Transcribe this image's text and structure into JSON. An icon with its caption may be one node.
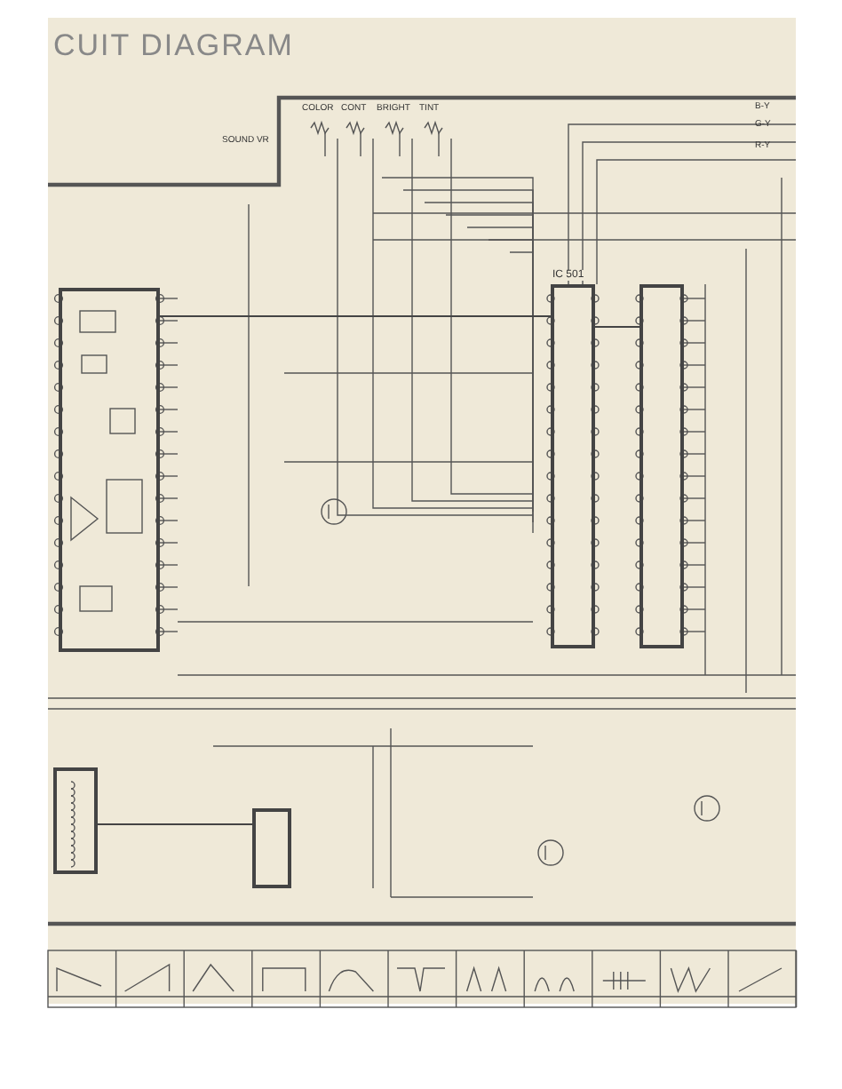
{
  "diagram": {
    "title": "CUIT DIAGRAM",
    "nodes": [
      {
        "text": [],
        "shape": "box"
      },
      {
        "text": [
          "IC 501"
        ]
      },
      {
        "text": [],
        "shape": "box"
      },
      {
        "text": [],
        "shape": "box"
      },
      {
        "text": [],
        "shape": "box"
      }
    ],
    "edges": [
      {
        "from": 0,
        "to": 1,
        "arrow": "none"
      },
      {
        "from": 1,
        "to": 2,
        "arrow": "none"
      },
      {
        "from": 4,
        "to": 3,
        "arrow": "none"
      }
    ],
    "labels": [
      "COLOR",
      "CONT",
      "BRIGHT",
      "TINT",
      "SOUND VR",
      "B-Y",
      "G-Y",
      "R-Y"
    ]
  }
}
